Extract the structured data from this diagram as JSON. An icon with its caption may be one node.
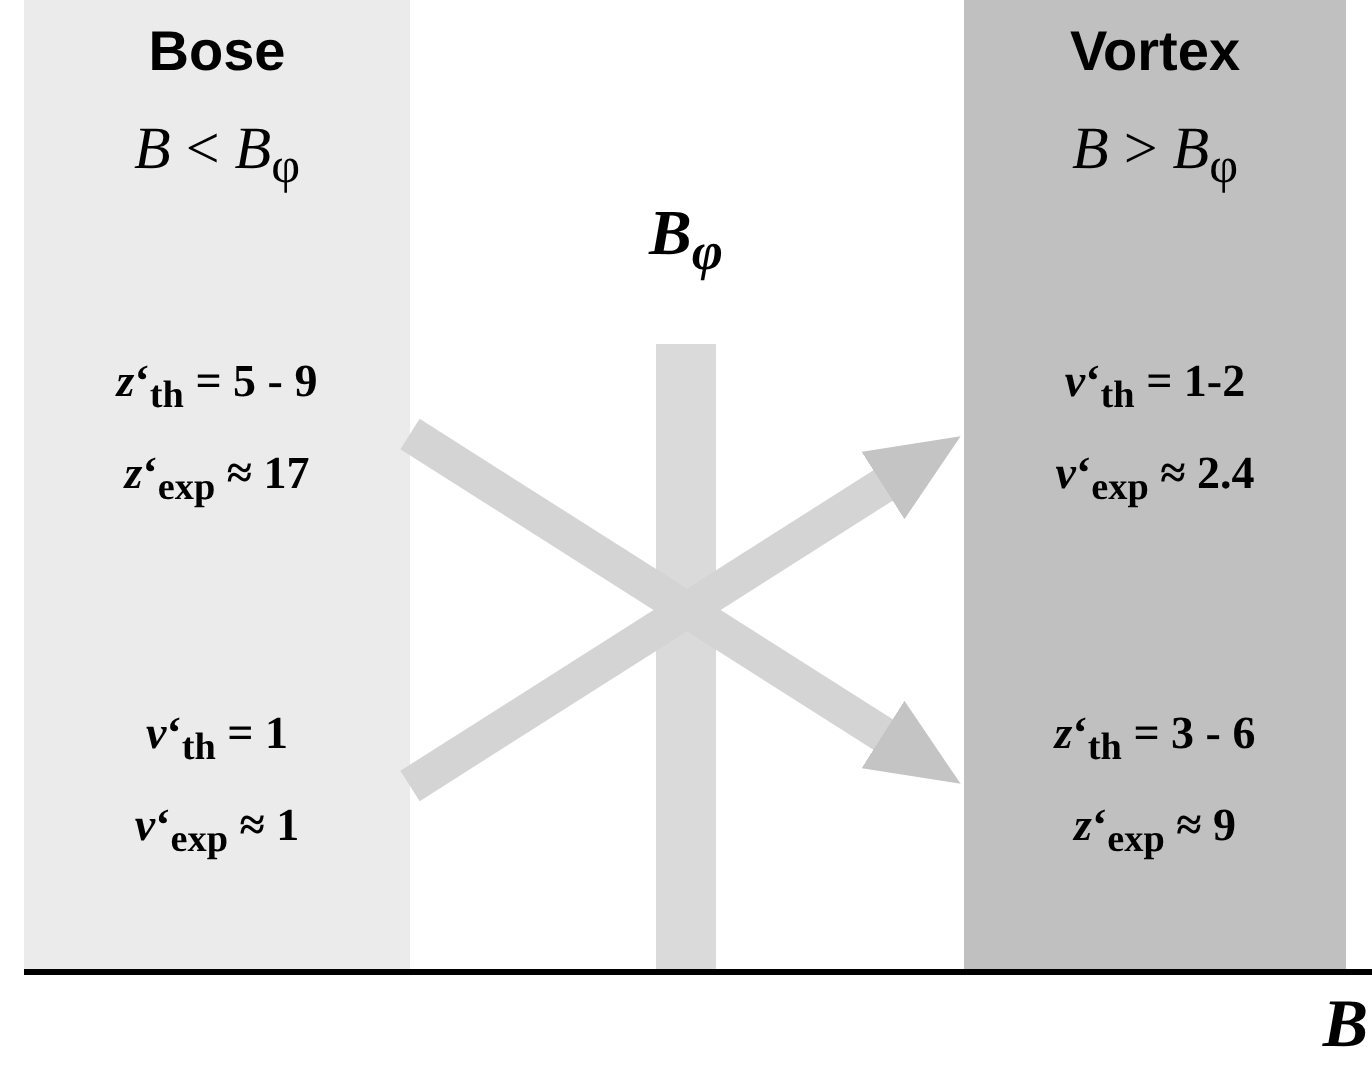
{
  "diagram": {
    "nodes": [
      {
        "text": [
          "Bose",
          "*B* < *B*$_{φ}$"
        ]
      },
      {
        "text": [
          "*z*‘$_{th}$ = 5 - 9",
          "*z*‘$_{exp}$ ≈ 17"
        ],
        "in": 0
      },
      {
        "text": [
          "*ν*‘$_{th}$ = 1",
          "*ν*‘$_{exp}$ ≈ 1"
        ],
        "in": 0
      },
      {
        "text": [
          "Vortex",
          "*B* > *B*$_{φ}$"
        ]
      },
      {
        "text": [
          "*ν*‘$_{th}$ = 1-2",
          "*ν*‘$_{exp}$ ≈ 2.4"
        ],
        "in": 3
      },
      {
        "text": [
          "*z*‘$_{th}$ = 3 - 6",
          "*z*‘$_{exp}$ ≈ 9"
        ],
        "in": 3
      }
    ],
    "edges": [
      {
        "from": 1,
        "to": 5,
        "arrow": "to"
      },
      {
        "from": 2,
        "to": 4,
        "arrow": "to"
      }
    ],
    "labels": [
      "*B*$_{φ}$",
      "*B*"
    ]
  }
}
